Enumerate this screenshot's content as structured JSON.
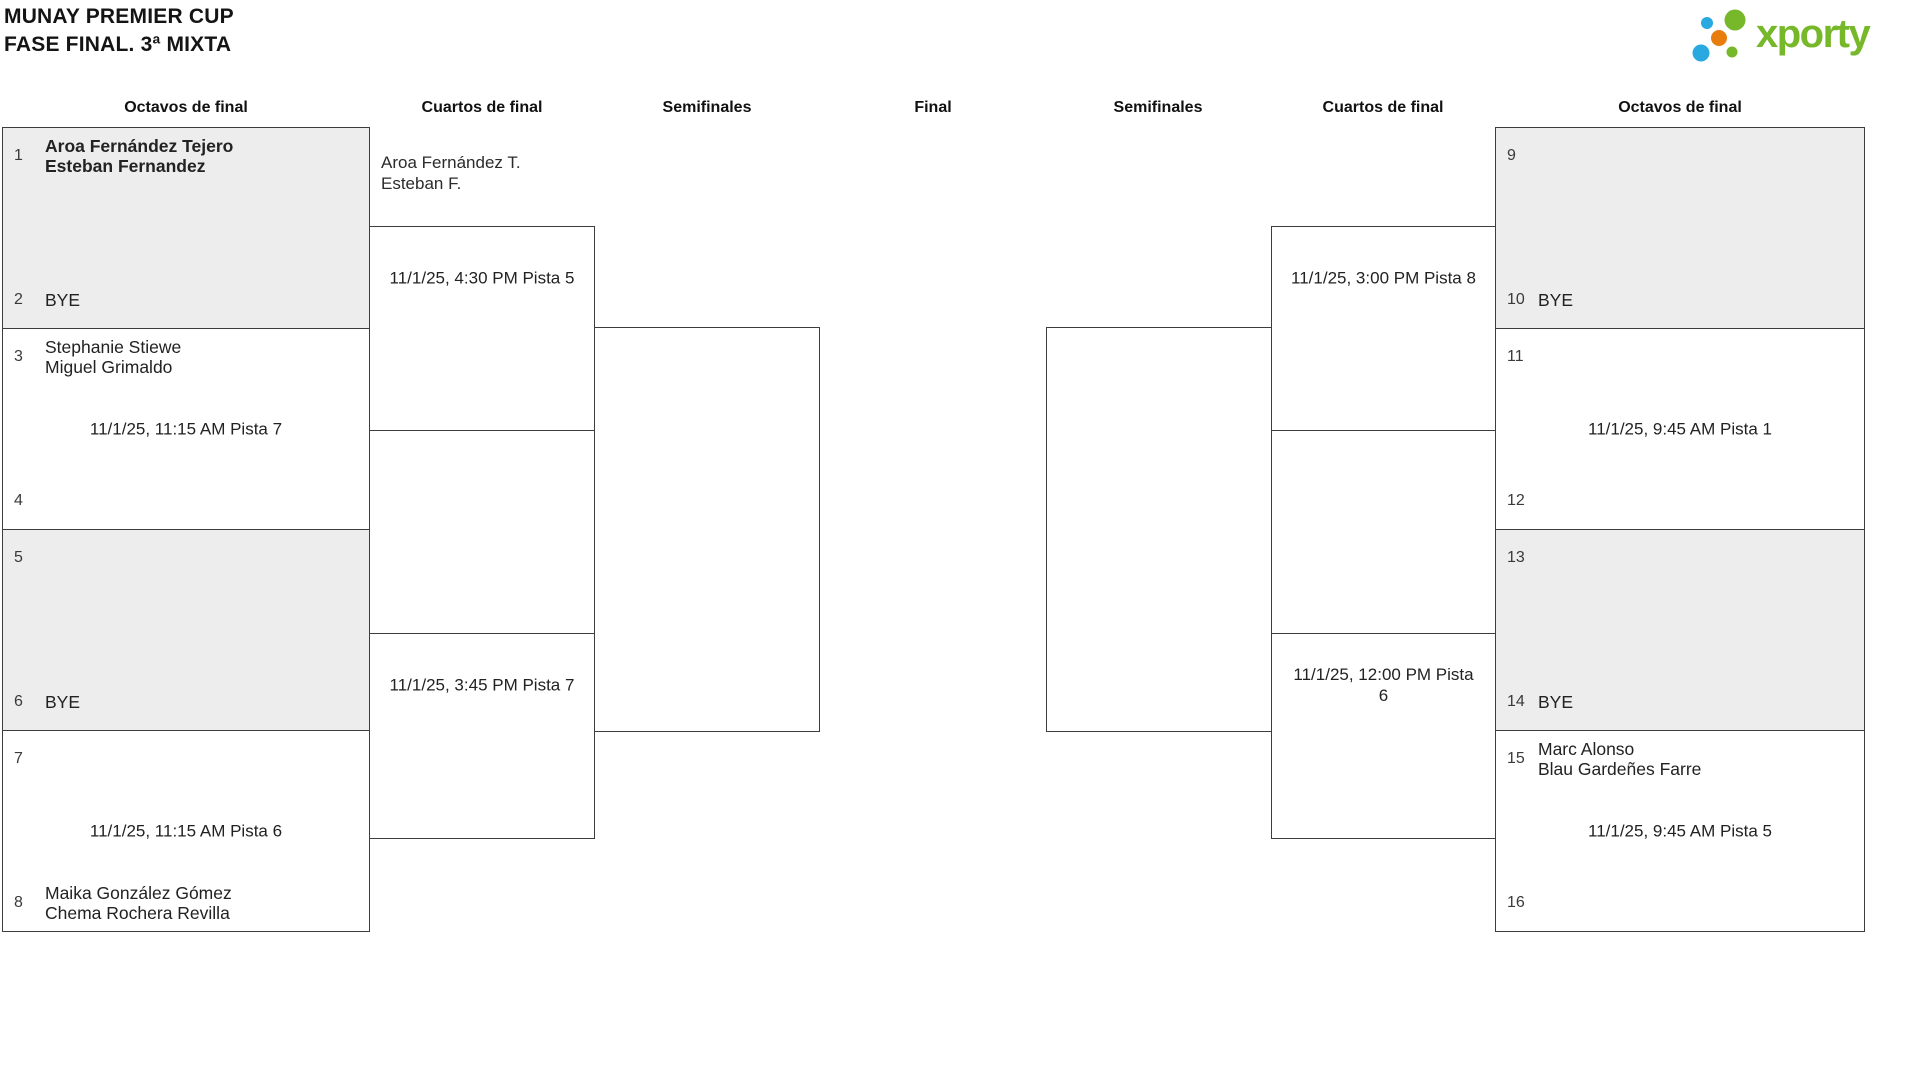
{
  "page": {
    "title_line1": "MUNAY PREMIER CUP",
    "title_line2": "FASE FINAL. 3ª MIXTA"
  },
  "logo": {
    "text": "xporty"
  },
  "colors": {
    "brand_green": "#76b82a",
    "brand_blue": "#29a9e0",
    "brand_orange": "#e87d0d",
    "bye_box_gray": "#ededed",
    "border_dark": "#3d3d3d"
  },
  "round_headers": [
    "Octavos de final",
    "Cuartos de final",
    "Semifinales",
    "Final",
    "Semifinales",
    "Cuartos de final",
    "Octavos de final"
  ],
  "bracket": {
    "left_octavos": [
      {
        "top_seed": "1",
        "top_name1": "Aroa Fernández Tejero",
        "top_name2": "Esteban Fernandez",
        "schedule": "",
        "bottom_seed": "2",
        "bottom_name1": "BYE",
        "bottom_name2": ""
      },
      {
        "top_seed": "3",
        "top_name1": "Stephanie Stiewe",
        "top_name2": "Miguel Grimaldo",
        "schedule": "11/1/25, 11:15 AM Pista 7",
        "bottom_seed": "4",
        "bottom_name1": "",
        "bottom_name2": ""
      },
      {
        "top_seed": "5",
        "top_name1": "",
        "top_name2": "",
        "schedule": "",
        "bottom_seed": "6",
        "bottom_name1": "BYE",
        "bottom_name2": ""
      },
      {
        "top_seed": "7",
        "top_name1": "",
        "top_name2": "",
        "schedule": "11/1/25, 11:15 AM Pista 6",
        "bottom_seed": "8",
        "bottom_name1": "Maika González Gómez",
        "bottom_name2": "Chema Rochera Revilla"
      }
    ],
    "left_quarters": [
      {
        "advanced_name1": "Aroa Fernández T.",
        "advanced_name2": "Esteban F.",
        "schedule": "11/1/25, 4:30 PM Pista 5"
      },
      {
        "advanced_name1": "",
        "advanced_name2": "",
        "schedule": "11/1/25, 3:45 PM Pista 7"
      }
    ],
    "right_quarters": [
      {
        "schedule": "11/1/25, 3:00 PM Pista 8"
      },
      {
        "schedule": "11/1/25, 12:00 PM Pista 6"
      }
    ],
    "right_octavos": [
      {
        "top_seed": "9",
        "top_name1": "",
        "top_name2": "",
        "schedule": "",
        "bottom_seed": "10",
        "bottom_name1": "BYE",
        "bottom_name2": ""
      },
      {
        "top_seed": "11",
        "top_name1": "",
        "top_name2": "",
        "schedule": "11/1/25, 9:45 AM Pista 1",
        "bottom_seed": "12",
        "bottom_name1": "",
        "bottom_name2": ""
      },
      {
        "top_seed": "13",
        "top_name1": "",
        "top_name2": "",
        "schedule": "",
        "bottom_seed": "14",
        "bottom_name1": "BYE",
        "bottom_name2": ""
      },
      {
        "top_seed": "15",
        "top_name1": "Marc Alonso",
        "top_name2": "Blau Gardeñes Farre",
        "schedule": "11/1/25, 9:45 AM Pista 5",
        "bottom_seed": "16",
        "bottom_name1": "",
        "bottom_name2": ""
      }
    ]
  }
}
